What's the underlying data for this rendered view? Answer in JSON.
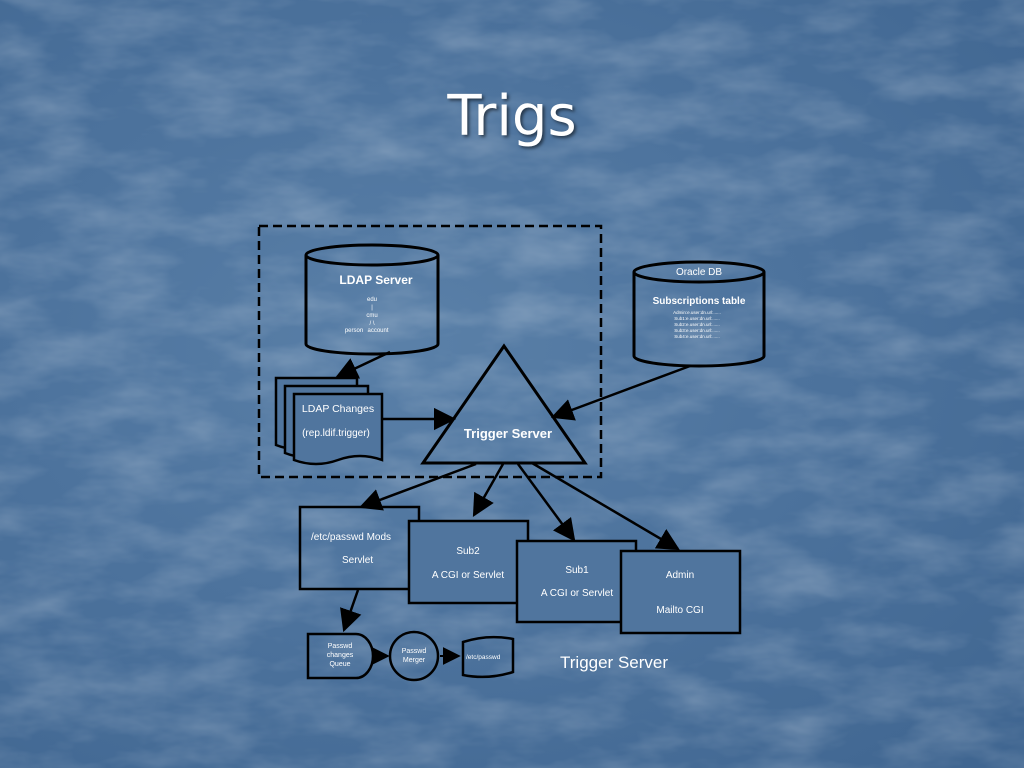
{
  "slide": {
    "title": "Trigs"
  },
  "diagram": {
    "ldap_server": {
      "label": "LDAP Server",
      "tree": {
        "root": "edu",
        "branch": "|",
        "mid": "cmu",
        "fork": "/   \\",
        "left": "person",
        "right": "account"
      }
    },
    "oracle_db": {
      "label": "Oracle DB",
      "table_label": "Subscriptions table",
      "rows": [
        "Admin:e.user:dn.url:......",
        "Sub1:e.user:dn.url:......",
        "Sub2:e.user:dn.url:......",
        "Sub3:e.user:dn.url:......",
        "Sub4:e.user:dn.url:......"
      ]
    },
    "ldap_changes": {
      "line1": "LDAP Changes",
      "line2": "(rep.ldif.trigger)"
    },
    "trigger_server": {
      "label": "Trigger Server"
    },
    "passwd_servlet": {
      "line1": "/etc/passwd  Mods",
      "line2": "Servlet"
    },
    "sub2": {
      "line1": "Sub2",
      "line2": "A CGI or Servlet"
    },
    "sub1": {
      "line1": "Sub1",
      "line2": "A CGI or Servlet"
    },
    "admin": {
      "line1": "Admin",
      "line2": "Mailto CGI"
    },
    "passwd_queue": {
      "line1": "Passwd",
      "line2": "changes",
      "line3": "Queue"
    },
    "passwd_merger": {
      "line1": "Passwd",
      "line2": "Merger"
    },
    "etc_passwd_file": {
      "label": "/etc/passwd"
    },
    "caption": "Trigger Server"
  }
}
